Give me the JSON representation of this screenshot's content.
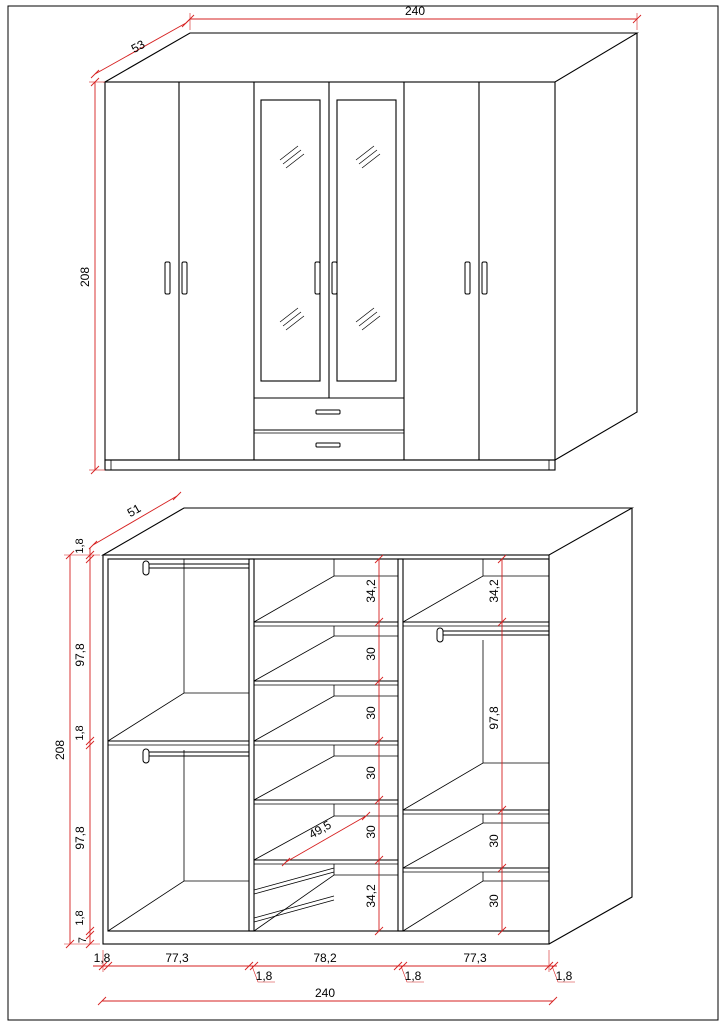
{
  "top_view": {
    "width": "240",
    "depth": "53",
    "height": "208"
  },
  "bottom_view": {
    "depth": "51",
    "height": "208",
    "left_col": [
      "1,8",
      "97,8",
      "1,8",
      "97,8",
      "1,8",
      "7"
    ],
    "middle_col": [
      "34,2",
      "30",
      "30",
      "30",
      "30",
      "34,2"
    ],
    "right_col": [
      "34,2",
      "97,8",
      "30",
      "30"
    ],
    "drawer_depth": "49,5",
    "bottom_row": [
      "1,8",
      "77,3",
      "1,8",
      "78,2",
      "1,8",
      "77,3",
      "1,8"
    ],
    "total_width": "240"
  },
  "colors": {
    "line": "#000000",
    "dimension": "#d62020"
  }
}
